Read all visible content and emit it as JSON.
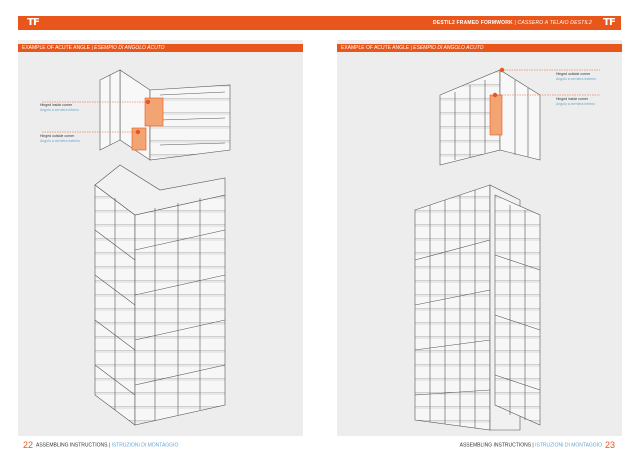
{
  "header": {
    "logo_left": "TF",
    "logo_right": "TF",
    "title_en": "DESTIL2 FRAMED FORMWORK",
    "separator": " | ",
    "title_it": "CASSERO A TELAIO DESTIL2"
  },
  "left_page": {
    "section_en": "EXAMPLE OF ACUTE ANGLE",
    "section_it": "ESEMPIO DI ANGOLO ACUTO",
    "callouts": [
      {
        "en": "Hinged inside corner",
        "it": "Angolo a cerniera interno"
      },
      {
        "en": "Hinged outside corner",
        "it": "Angolo a cerniera esterno"
      }
    ],
    "page_number": "22",
    "footer_en": "ASSEMBLING INSTRUCTIONS",
    "footer_it": "ISTRUZIONI DI MONTAGGIO"
  },
  "right_page": {
    "section_en": "EXAMPLE OF ACUTE ANGLE",
    "section_it": "ESEMPIO DI ANGOLO ACUTO",
    "callouts": [
      {
        "en": "Hinged outside corner",
        "it": "Angolo a cerniera esterno"
      },
      {
        "en": "Hinged inside corner",
        "it": "Angolo a cerniera interno"
      }
    ],
    "page_number": "23",
    "footer_en": "ASSEMBLING INSTRUCTIONS",
    "footer_it": "ISTRUZIONI DI MONTAGGIO"
  },
  "colors": {
    "accent": "#e8561b",
    "italian_text": "#6aa6cf",
    "page_bg": "#ededed",
    "drawing_line": "#555555"
  }
}
